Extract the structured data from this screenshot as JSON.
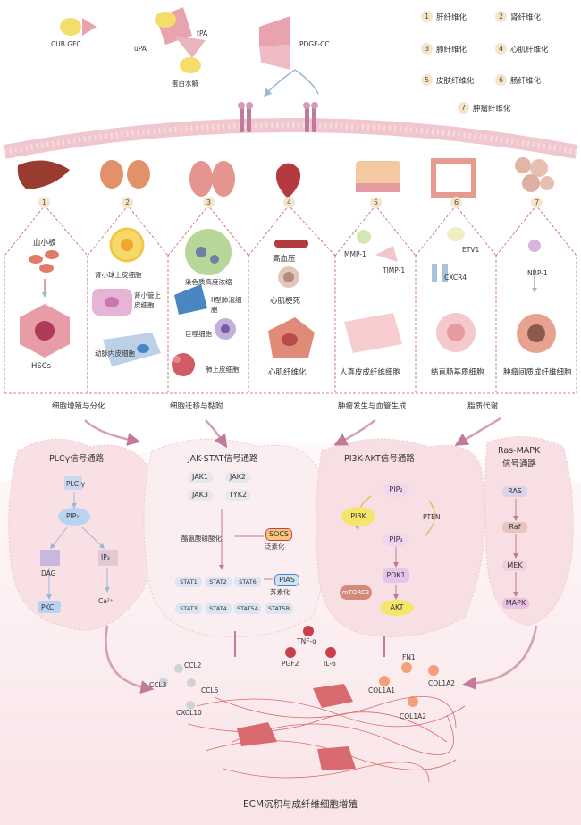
{
  "top": {
    "cub_gfc": "CUB GFC",
    "upa": "uPA",
    "tpa": "tPA",
    "protease": "蛋白水解",
    "pdgf_cc": "PDGF-CC"
  },
  "legend": [
    {
      "num": "1",
      "label": "肝纤维化"
    },
    {
      "num": "2",
      "label": "肾纤维化"
    },
    {
      "num": "3",
      "label": "肺纤维化"
    },
    {
      "num": "4",
      "label": "心肌纤维化"
    },
    {
      "num": "5",
      "label": "皮肤纤维化"
    },
    {
      "num": "6",
      "label": "肠纤维化"
    },
    {
      "num": "7",
      "label": "肿瘤纤维化"
    }
  ],
  "organs": [
    "1",
    "2",
    "3",
    "4",
    "5",
    "6",
    "7"
  ],
  "panel1": {
    "top_label": "血小板",
    "bottom_label": "HSCs"
  },
  "panel2": {
    "label_a": "肾小球上皮细胞",
    "label_b": "肾小管上皮细胞",
    "label_c": "动脉内皮细胞"
  },
  "panel3": {
    "label_a": "染色质高度浓缩",
    "label_b": "II型肺泡细胞",
    "label_c": "巨噬细胞",
    "label_d": "肺上皮细胞"
  },
  "panel4": {
    "label_a": "高血压",
    "label_b": "心肌梗死",
    "label_c": "心肌纤维化"
  },
  "panel5": {
    "label_a": "MMP-1",
    "label_b": "TIMP-1",
    "label_c": "人真皮成纤维细胞"
  },
  "panel6": {
    "label_a": "ETV1",
    "label_b": "CXCR4",
    "label_c": "结直肠基质细胞"
  },
  "panel7": {
    "label_a": "NRP-1",
    "label_b": "肿瘤间质成纤维细胞"
  },
  "processes": [
    "细胞增殖与分化",
    "细胞迁移与黏附",
    "肿瘤发生与血管生成",
    "脂质代谢"
  ],
  "plc": {
    "title": "PLCγ信号通路",
    "plc": "PLC-γ",
    "pip2": "PIP₂",
    "dag": "DAG",
    "ip3": "IP₃",
    "pkc": "PKC",
    "ca": "Ca²⁺"
  },
  "jak": {
    "title": "JAK-STAT信号通路",
    "jak1": "JAK1",
    "jak2": "JAK2",
    "jak3": "JAK3",
    "tyk2": "TYK2",
    "phos": "酪氨酸磷酸化",
    "socs": "SOCS",
    "socs_act": "泛素化",
    "pias": "PIAS",
    "pias_act": "苏素化",
    "stat1": "STAT1",
    "stat2": "STAT2",
    "stat3": "STAT3",
    "stat4": "STAT4",
    "stat5a": "STAT5A",
    "stat5b": "STAT5B",
    "stat6": "STAT6"
  },
  "pi3k": {
    "title": "PI3K-AKT信号通路",
    "pip2": "PIP₂",
    "pi3k": "PI3K",
    "pten": "PTEN",
    "pip3": "PIP₃",
    "pdk1": "PDK1",
    "mtorc2": "mTORC2",
    "akt": "AKT"
  },
  "ras": {
    "title1": "Ras-MAPK",
    "title2": "信号通路",
    "ras": "RAS",
    "raf": "Raf",
    "mek": "MEK",
    "mapk": "MAPK"
  },
  "bottom": {
    "ccl2": "CCL2",
    "ccl3": "CCL3",
    "ccl5": "CCL5",
    "cxcl10": "CXCL10",
    "tnf": "TNF-α",
    "pgf2": "PGF2",
    "il6": "IL-6",
    "fn1": "FN1",
    "col1a1": "COL1A1",
    "col1a2a": "COL1A2",
    "col1a2b": "COL1A2",
    "caption": "ECM沉积与成纤维细胞增殖"
  },
  "colors": {
    "membrane": "#f2cfd5",
    "pink_bg": "#f6d9de",
    "accent_red": "#c9404a",
    "yellow": "#f4dd6a",
    "pink_protein": "#e8a3af"
  }
}
